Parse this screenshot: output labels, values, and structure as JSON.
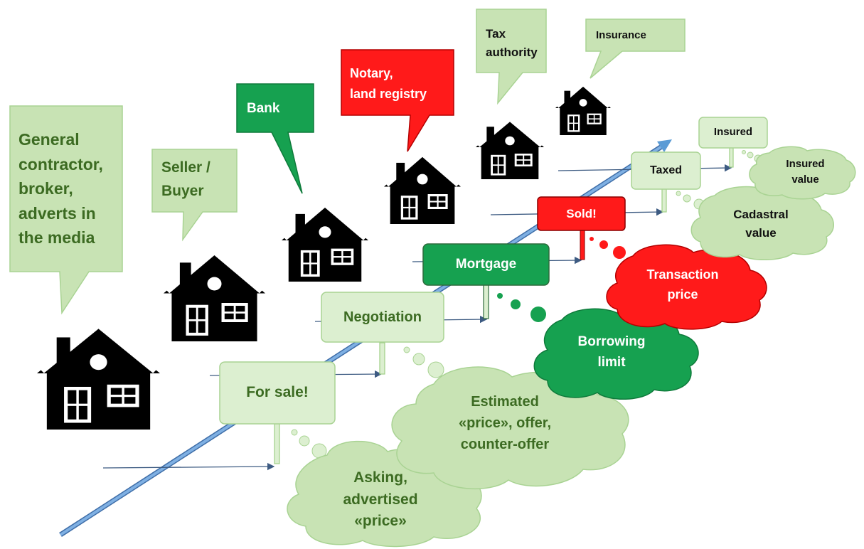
{
  "colors": {
    "light_green_fill": "#c8e3b4",
    "light_green_stroke": "#9fcf86",
    "dark_green": "#16a150",
    "red": "#ff1a1a",
    "text_green": "#3c6b22",
    "arrow_blue": "#5b9bd5"
  },
  "icons": [
    "house-icon"
  ],
  "actors": {
    "general_contractor": "General\ncontractor,\nbroker,\nadverts in\nthe media",
    "seller_buyer": "Seller /\nBuyer",
    "bank": "Bank",
    "notary": "Notary,\nland registry",
    "tax_authority": "Tax\nauthority",
    "insurance": "Insurance"
  },
  "stages": {
    "for_sale": "For sale!",
    "negotiation": "Negotiation",
    "mortgage": "Mortgage",
    "sold": "Sold!",
    "taxed": "Taxed",
    "insured": "Insured"
  },
  "values": {
    "asking_price": "Asking,\nadvertised\n«price»",
    "estimated_price": "Estimated\n«price», offer,\ncounter-offer",
    "borrowing_limit": "Borrowing\nlimit",
    "transaction_price": "Transaction\nprice",
    "cadastral_value": "Cadastral\nvalue",
    "insured_value": "Insured\nvalue"
  }
}
